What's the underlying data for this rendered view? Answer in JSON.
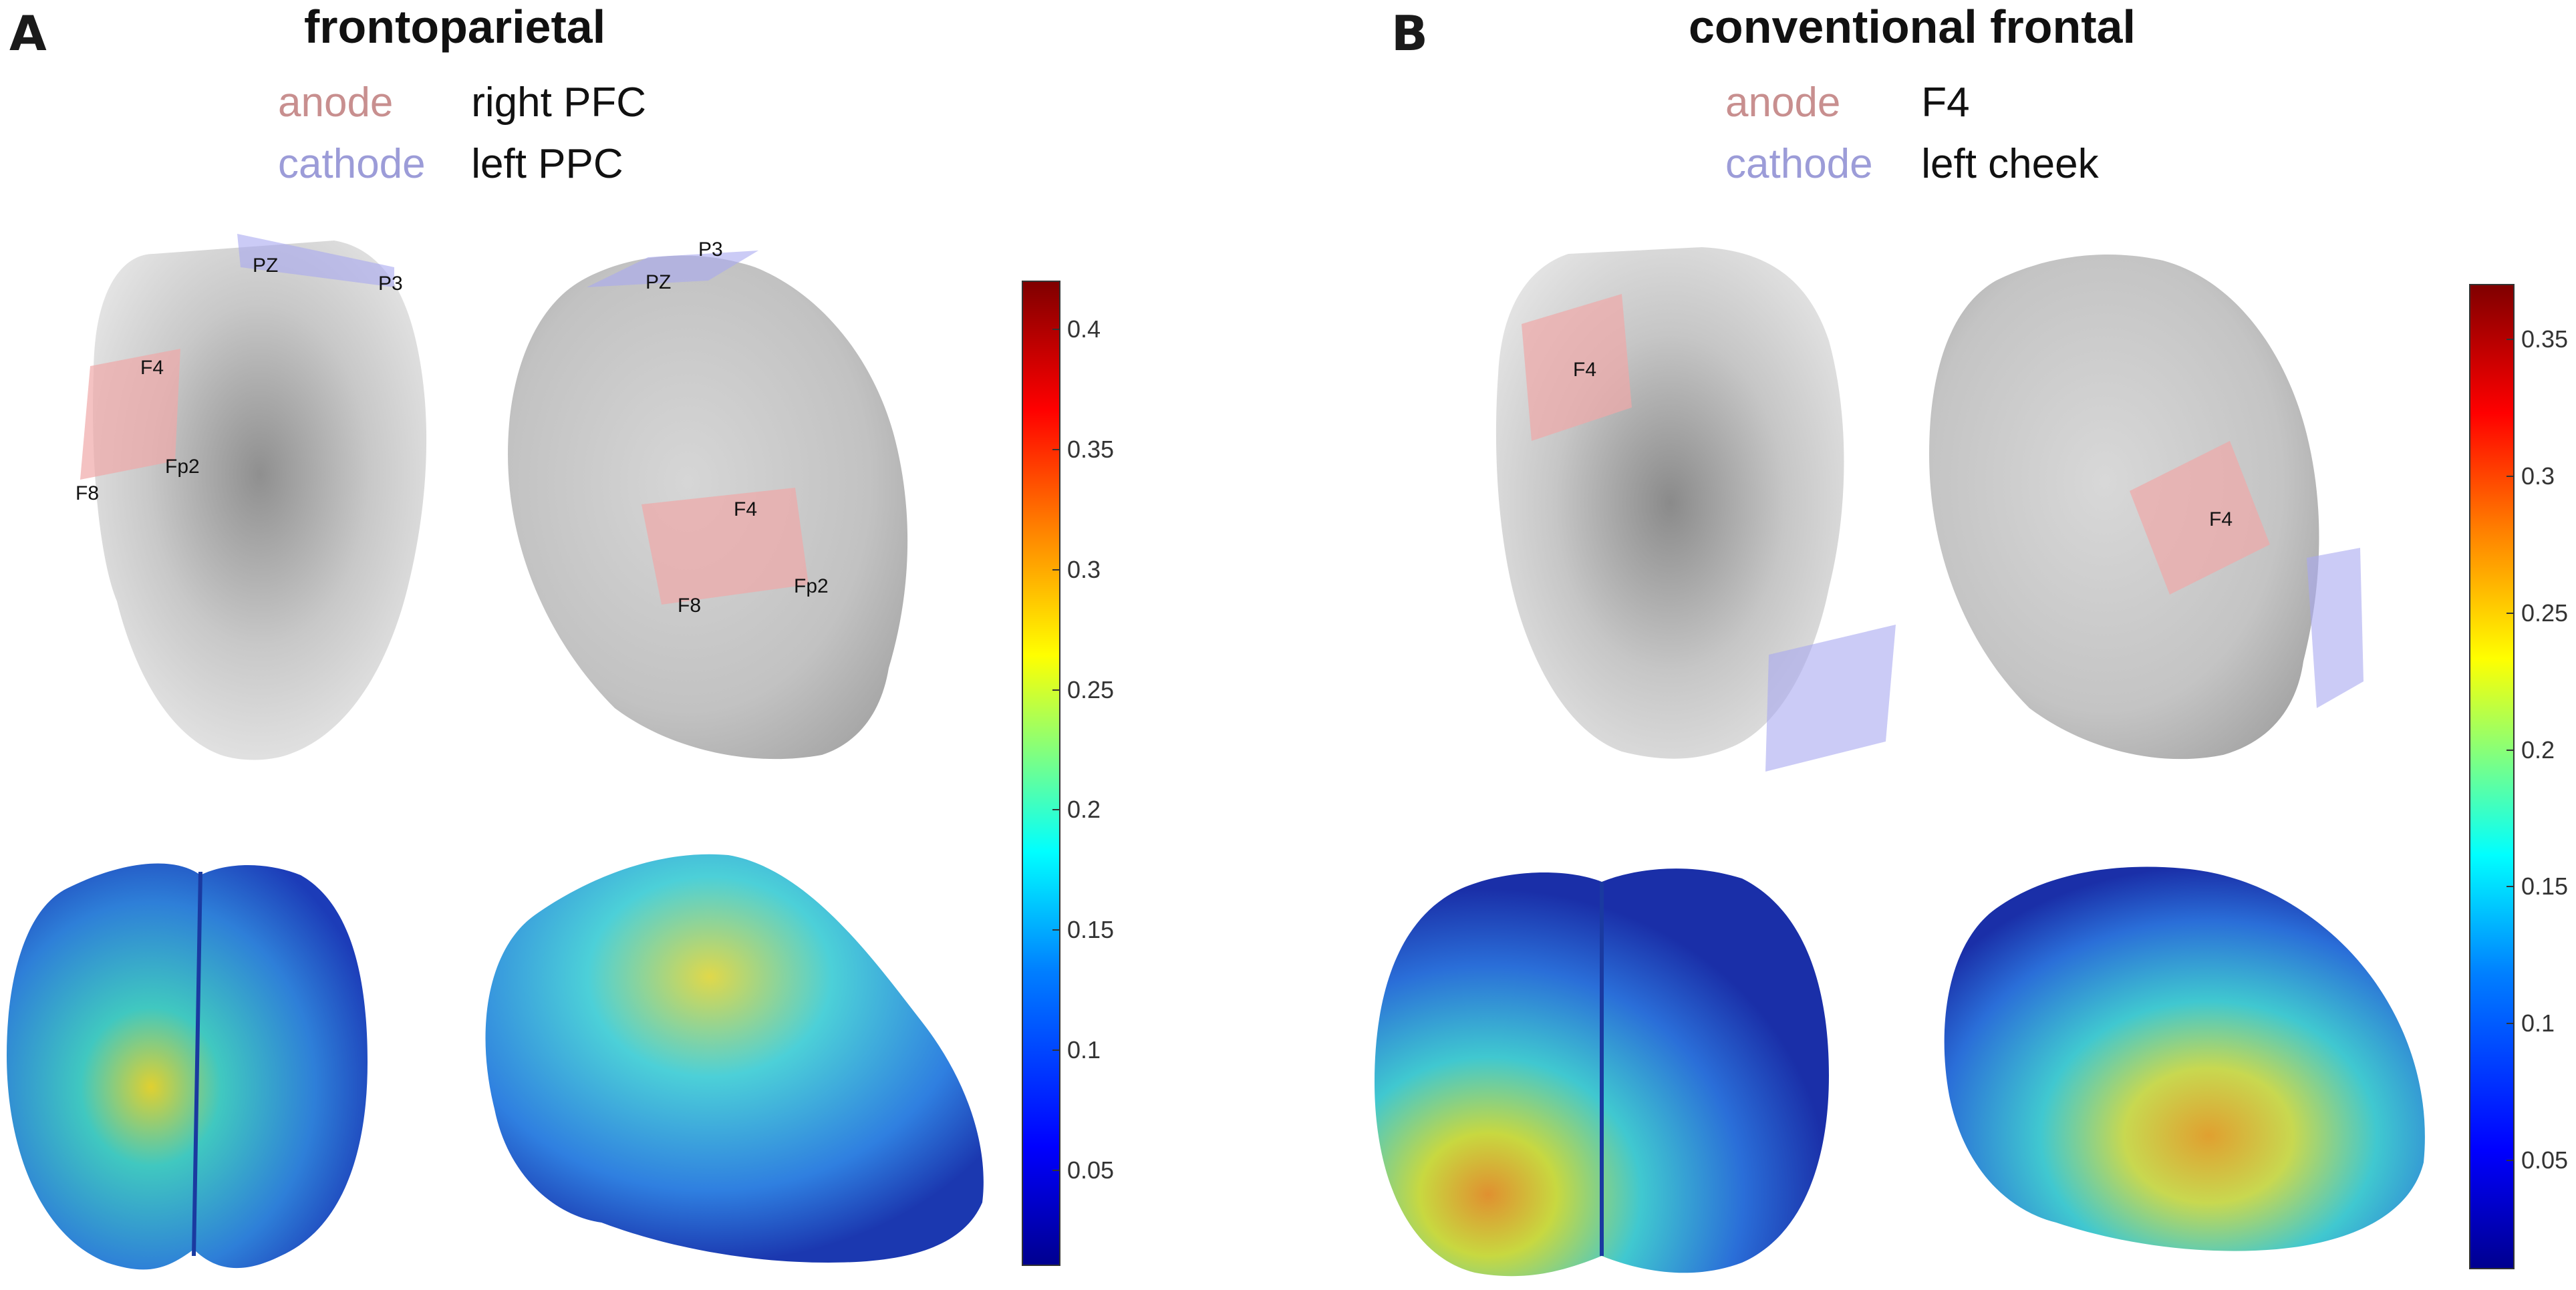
{
  "panels": [
    {
      "letter": "A",
      "title": "frontoparietal",
      "anode_label": "anode",
      "anode_site": "right PFC",
      "cathode_label": "cathode",
      "cathode_site": "left PPC",
      "head_front_labels": [
        "PZ",
        "P3",
        "F4",
        "Fp2",
        "F8"
      ],
      "head_side_labels": [
        "P3",
        "PZ",
        "F4",
        "Fp2",
        "F8"
      ],
      "colorbar": {
        "ticks": [
          "0.4",
          "0.35",
          "0.3",
          "0.25",
          "0.2",
          "0.15",
          "0.1",
          "0.05"
        ],
        "min": 0.01,
        "max": 0.42
      }
    },
    {
      "letter": "B",
      "title": "conventional frontal",
      "anode_label": "anode",
      "anode_site": "F4",
      "cathode_label": "cathode",
      "cathode_site": "left cheek",
      "head_front_labels": [
        "F4"
      ],
      "head_side_labels": [
        "F4"
      ],
      "colorbar": {
        "ticks": [
          "0.35",
          "0.3",
          "0.25",
          "0.2",
          "0.15",
          "0.1",
          "0.05"
        ],
        "min": 0.01,
        "max": 0.37
      }
    }
  ],
  "colors": {
    "anode": "#c88f8f",
    "cathode": "#9c9cd8",
    "anode_patch": "#f0a8a8",
    "cathode_patch": "#a8a8f0"
  }
}
